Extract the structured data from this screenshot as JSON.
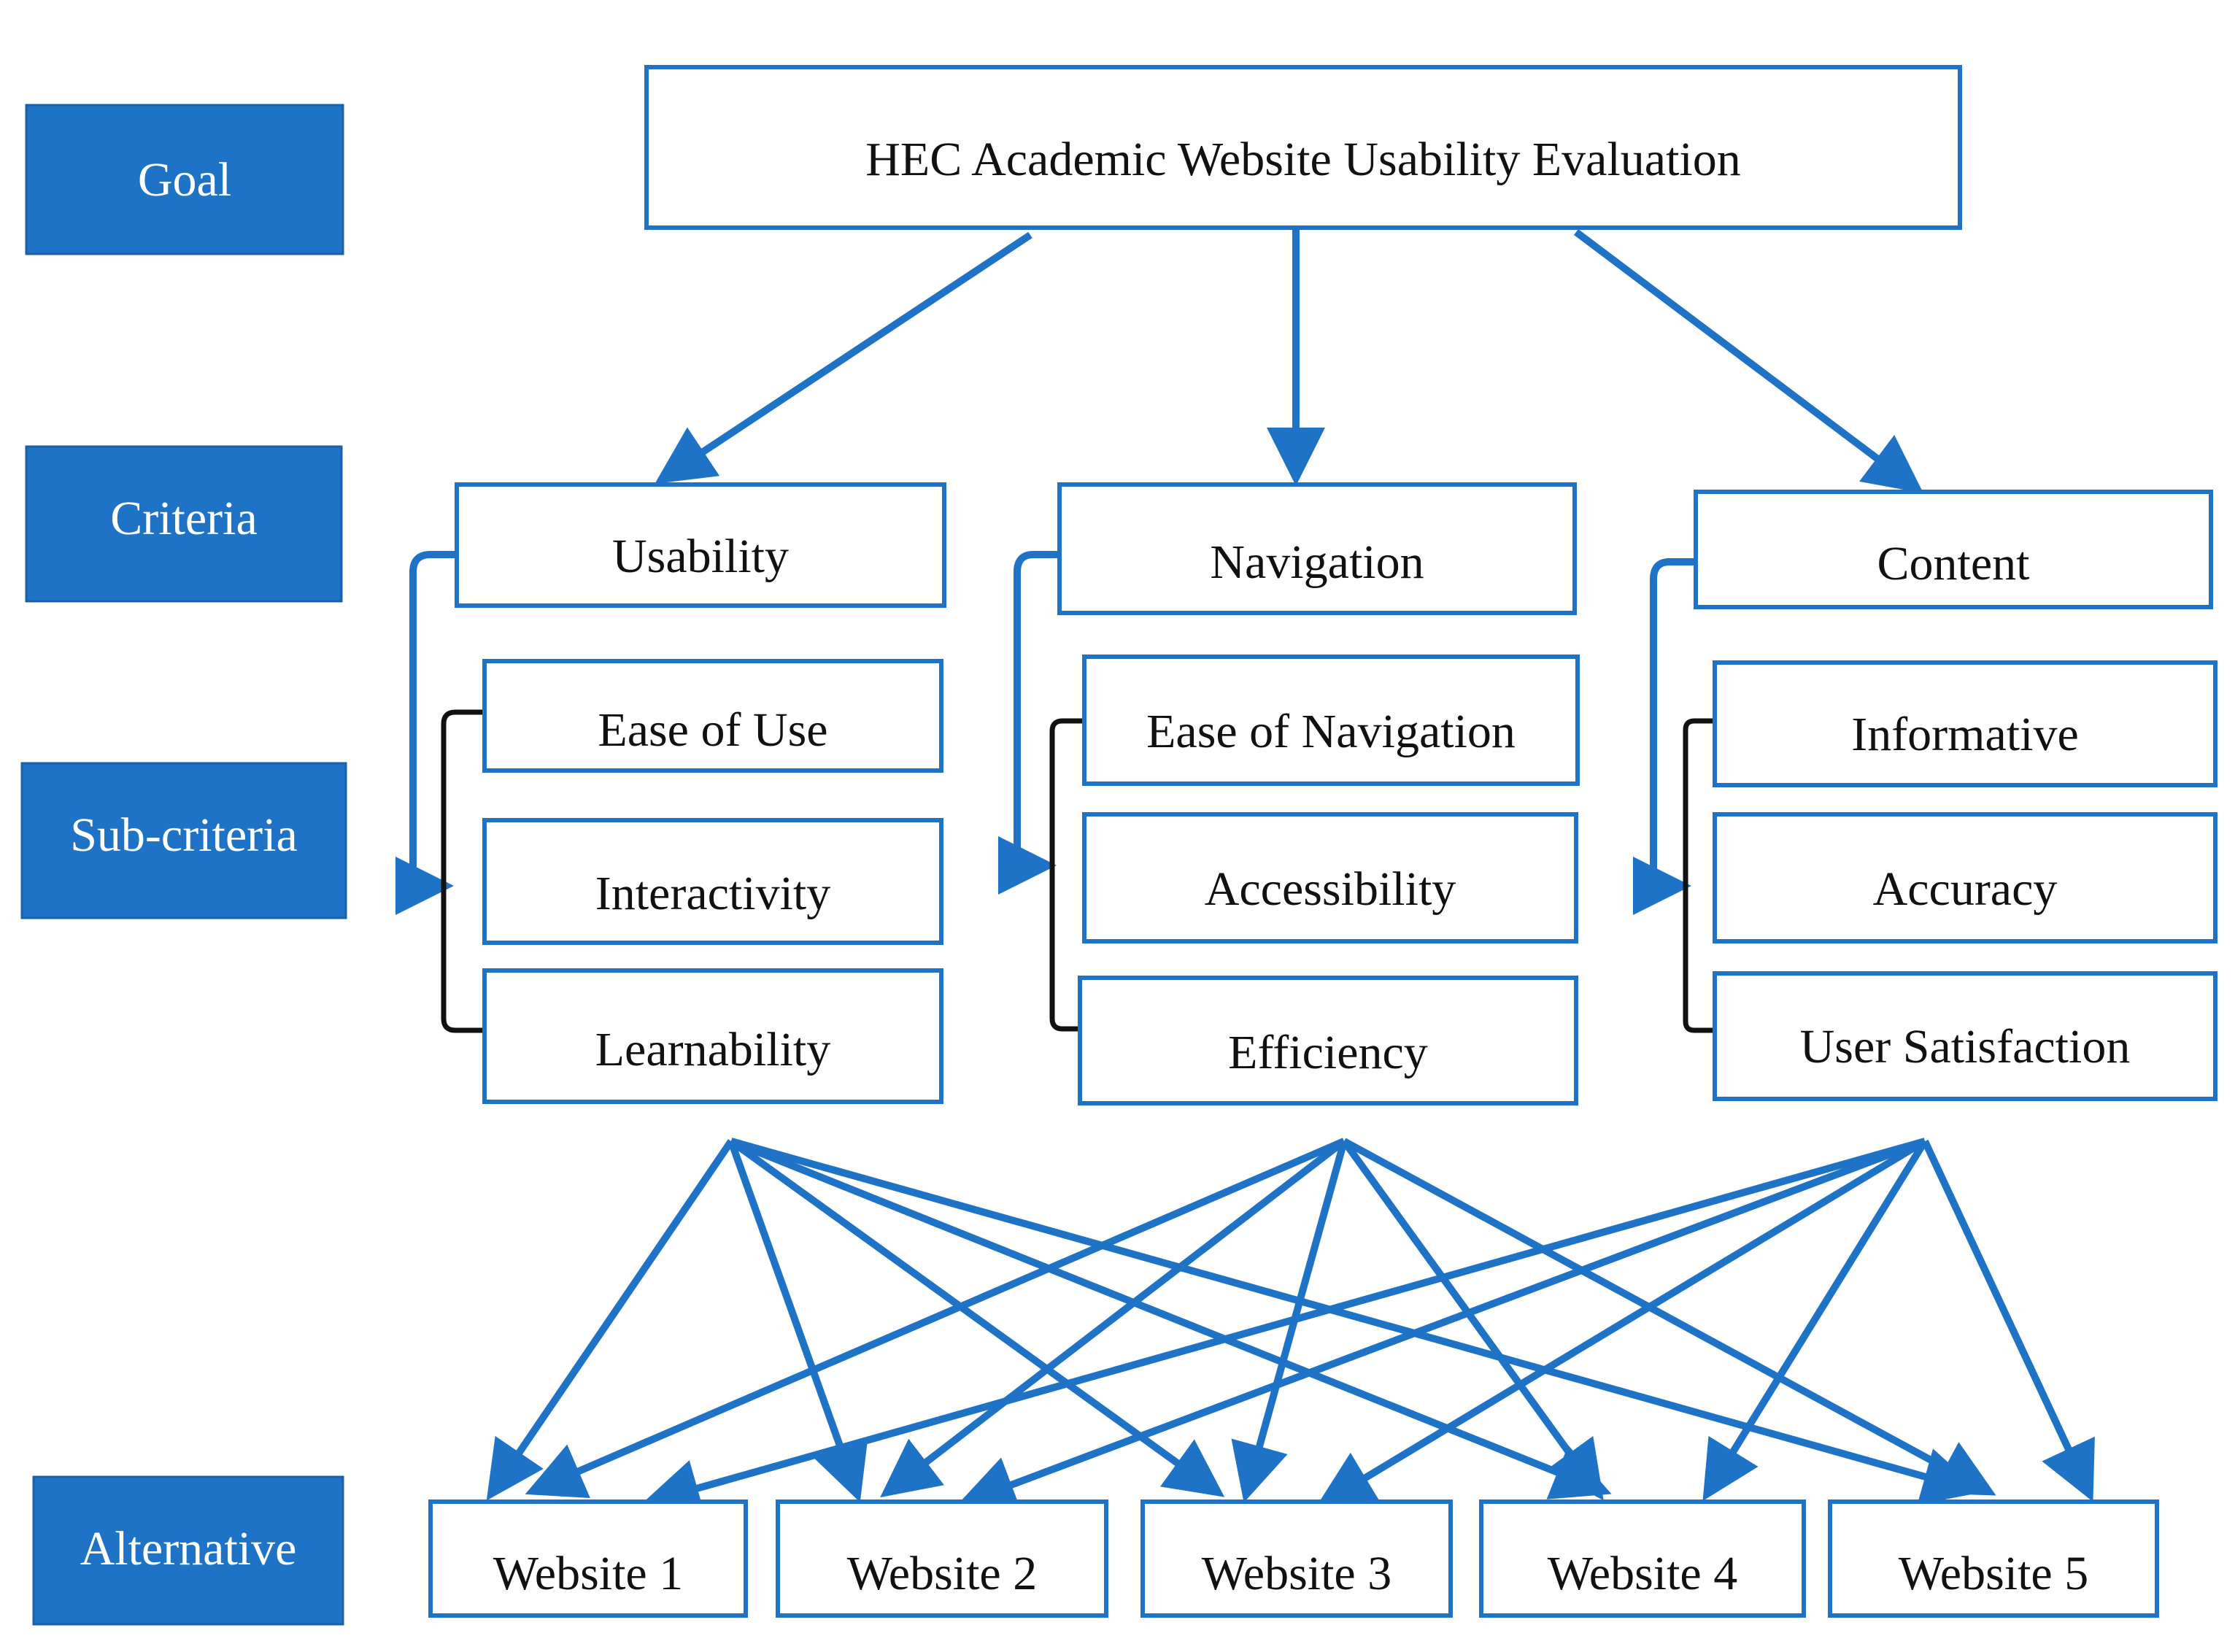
{
  "levels": {
    "goal": "Goal",
    "criteria": "Criteria",
    "subcriteria": "Sub-criteria",
    "alternative": "Alternative"
  },
  "goal": "HEC Academic Website Usability Evaluation",
  "criteria": [
    {
      "label": "Usability",
      "subcriteria": [
        "Ease of Use",
        "Interactivity",
        "Learnability"
      ]
    },
    {
      "label": "Navigation",
      "subcriteria": [
        "Ease of Navigation",
        "Accessibility",
        "Efficiency"
      ]
    },
    {
      "label": "Content",
      "subcriteria": [
        "Informative",
        "Accuracy",
        "User Satisfaction"
      ]
    }
  ],
  "alternatives": [
    "Website 1",
    "Website 2",
    "Website 3",
    "Website 4",
    "Website 5"
  ],
  "colors": {
    "accent": "#1f73c6",
    "bracket": "#111111"
  }
}
